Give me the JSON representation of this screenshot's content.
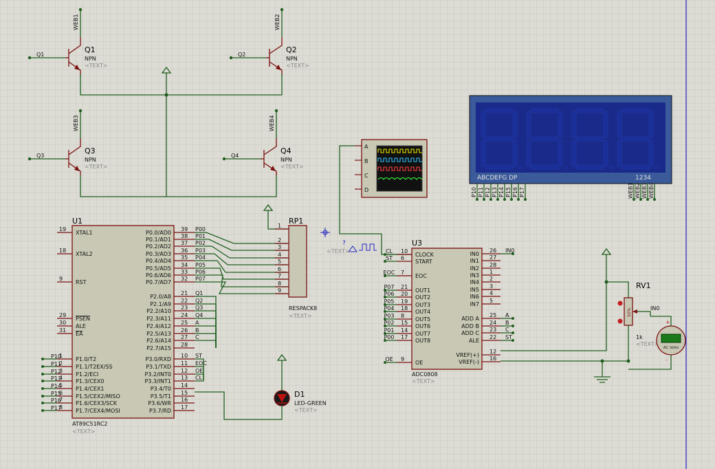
{
  "transistors": [
    {
      "id": "Q1",
      "ref": "Q1",
      "type": "NPN",
      "text": "<TEXT>",
      "net": "Q1",
      "wire": "WEB1"
    },
    {
      "id": "Q2",
      "ref": "Q2",
      "type": "NPN",
      "text": "<TEXT>",
      "net": "Q2",
      "wire": "WEB2"
    },
    {
      "id": "Q3",
      "ref": "Q3",
      "type": "NPN",
      "text": "<TEXT>",
      "net": "Q3",
      "wire": "WEB3"
    },
    {
      "id": "Q4",
      "ref": "Q4",
      "type": "NPN",
      "text": "<TEXT>",
      "net": "Q4",
      "wire": "WEB4"
    }
  ],
  "mcu": {
    "ref": "U1",
    "part": "AT89C51RC2",
    "text": "<TEXT>",
    "left_pins": [
      {
        "num": "19",
        "name": "XTAL1",
        "net": ""
      },
      {
        "num": "18",
        "name": "XTAL2",
        "net": ""
      },
      {
        "num": "9",
        "name": "RST",
        "net": ""
      },
      {
        "num": "29",
        "name": "PSEN",
        "net": ""
      },
      {
        "num": "30",
        "name": "ALE",
        "net": ""
      },
      {
        "num": "31",
        "name": "EA",
        "net": ""
      },
      {
        "num": "1",
        "name": "P1.0/T2",
        "net": "P10"
      },
      {
        "num": "2",
        "name": "P1.1/T2EX/SS",
        "net": "P11"
      },
      {
        "num": "3",
        "name": "P1.2/ECI",
        "net": "P12"
      },
      {
        "num": "4",
        "name": "P1.3/CEX0",
        "net": "P13"
      },
      {
        "num": "5",
        "name": "P1.4/CEX1",
        "net": "P14"
      },
      {
        "num": "6",
        "name": "P1.5/CEX2/MISO",
        "net": "P15"
      },
      {
        "num": "7",
        "name": "P1.6/CEX3/SCK",
        "net": "P16"
      },
      {
        "num": "8",
        "name": "P1.7/CEX4/MOSI",
        "net": "P17"
      }
    ],
    "right_pins": [
      {
        "num": "39",
        "name": "P0.0/AD0",
        "net": "P00"
      },
      {
        "num": "38",
        "name": "P0.1/AD1",
        "net": "P01"
      },
      {
        "num": "37",
        "name": "P0.2/AD2",
        "net": "P02"
      },
      {
        "num": "36",
        "name": "P0.3/AD3",
        "net": "P03"
      },
      {
        "num": "35",
        "name": "P0.4/AD4",
        "net": "P04"
      },
      {
        "num": "34",
        "name": "P0.5/AD5",
        "net": "P05"
      },
      {
        "num": "33",
        "name": "P0.6/AD6",
        "net": "P06"
      },
      {
        "num": "32",
        "name": "P0.7/AD7",
        "net": "P07"
      },
      {
        "num": "21",
        "name": "P2.0/A8",
        "net": "Q1"
      },
      {
        "num": "22",
        "name": "P2.1/A9",
        "net": "Q2"
      },
      {
        "num": "23",
        "name": "P2.2/A10",
        "net": "Q3"
      },
      {
        "num": "24",
        "name": "P2.3/A11",
        "net": "Q4"
      },
      {
        "num": "25",
        "name": "P2.4/A12",
        "net": "A"
      },
      {
        "num": "26",
        "name": "P2.5/A13",
        "net": "B"
      },
      {
        "num": "27",
        "name": "P2.6/A14",
        "net": "C"
      },
      {
        "num": "28",
        "name": "P2.7/A15",
        "net": ""
      },
      {
        "num": "10",
        "name": "P3.0/RXD",
        "net": "ST"
      },
      {
        "num": "11",
        "name": "P3.1/TXD",
        "net": "EOC"
      },
      {
        "num": "12",
        "name": "P3.2/INT0",
        "net": "OE"
      },
      {
        "num": "13",
        "name": "P3.3/INT1",
        "net": "CL"
      },
      {
        "num": "14",
        "name": "P3.4/T0",
        "net": ""
      },
      {
        "num": "15",
        "name": "P3.5/T1",
        "net": ""
      },
      {
        "num": "16",
        "name": "P3.6/WR",
        "net": ""
      },
      {
        "num": "17",
        "name": "P3.7/RD",
        "net": ""
      }
    ]
  },
  "respack": {
    "ref": "RP1",
    "part": "RESPACK8",
    "text": "<TEXT>",
    "pins": [
      "1",
      "2",
      "3",
      "4",
      "5",
      "6",
      "7",
      "8",
      "9"
    ]
  },
  "led": {
    "ref": "D1",
    "part": "LED-GREEN",
    "text": "<TEXT>"
  },
  "adc": {
    "ref": "U3",
    "part": "ADC0808",
    "text": "<TEXT>",
    "left_pins": [
      {
        "num": "10",
        "name": "CLOCK",
        "net": "CL"
      },
      {
        "num": "6",
        "name": "START",
        "net": "ST"
      },
      {
        "num": "7",
        "name": "EOC",
        "net": "EOC"
      },
      {
        "num": "21",
        "name": "OUT1",
        "net": "P07"
      },
      {
        "num": "20",
        "name": "OUT2",
        "net": "P06"
      },
      {
        "num": "19",
        "name": "OUT3",
        "net": "P05"
      },
      {
        "num": "18",
        "name": "OUT4",
        "net": "P04"
      },
      {
        "num": "8",
        "name": "OUT5",
        "net": "P03"
      },
      {
        "num": "15",
        "name": "OUT6",
        "net": "P02"
      },
      {
        "num": "14",
        "name": "OUT7",
        "net": "P01"
      },
      {
        "num": "17",
        "name": "OUT8",
        "net": "P00"
      },
      {
        "num": "9",
        "name": "OE",
        "net": "OE"
      }
    ],
    "right_pins": [
      {
        "num": "26",
        "name": "IN0",
        "net": "IN0"
      },
      {
        "num": "27",
        "name": "IN1",
        "net": ""
      },
      {
        "num": "28",
        "name": "IN2",
        "net": ""
      },
      {
        "num": "1",
        "name": "IN3",
        "net": ""
      },
      {
        "num": "2",
        "name": "IN4",
        "net": ""
      },
      {
        "num": "3",
        "name": "IN5",
        "net": ""
      },
      {
        "num": "4",
        "name": "IN6",
        "net": ""
      },
      {
        "num": "5",
        "name": "IN7",
        "net": ""
      },
      {
        "num": "25",
        "name": "ADD A",
        "net": "A"
      },
      {
        "num": "24",
        "name": "ADD B",
        "net": "B"
      },
      {
        "num": "23",
        "name": "ADD C",
        "net": "C"
      },
      {
        "num": "22",
        "name": "ALE",
        "net": "ST"
      },
      {
        "num": "12",
        "name": "VREF(+)",
        "net": ""
      },
      {
        "num": "16",
        "name": "VREF(-)",
        "net": ""
      }
    ]
  },
  "display": {
    "segments_label": "ABCDEFG  DP",
    "digits_label": "1234",
    "seg_nets": [
      "P10",
      "P11",
      "P12",
      "P13",
      "P14",
      "P15",
      "P16",
      "P17"
    ],
    "digit_nets": [
      "WEB1",
      "WEB2",
      "WEB3",
      "WEB4"
    ],
    "colors": {
      "bezel": "#3a5a9a",
      "screen": "#1a2a8a",
      "segment": "#1a2f9a"
    }
  },
  "scope": {
    "channels": [
      "A",
      "B",
      "C",
      "D"
    ],
    "colors": [
      "#e8e800",
      "#30c0ff",
      "#ff4040",
      "#40ff40"
    ]
  },
  "pot": {
    "ref": "RV1",
    "value": "1k",
    "text": "<TEXT>",
    "net": "IN0",
    "wiper_value": "50%"
  },
  "voltmeter": {
    "reading": "",
    "label": "AC Volts"
  },
  "generator": {
    "text": "<TEXT>",
    "marker": "?"
  },
  "colors": {
    "background": "#dcdcd4",
    "grid": "#c4c4bc",
    "wire": "#1f5e1f",
    "component": "#7a1010",
    "ic_fill": "#c8c8b4"
  }
}
